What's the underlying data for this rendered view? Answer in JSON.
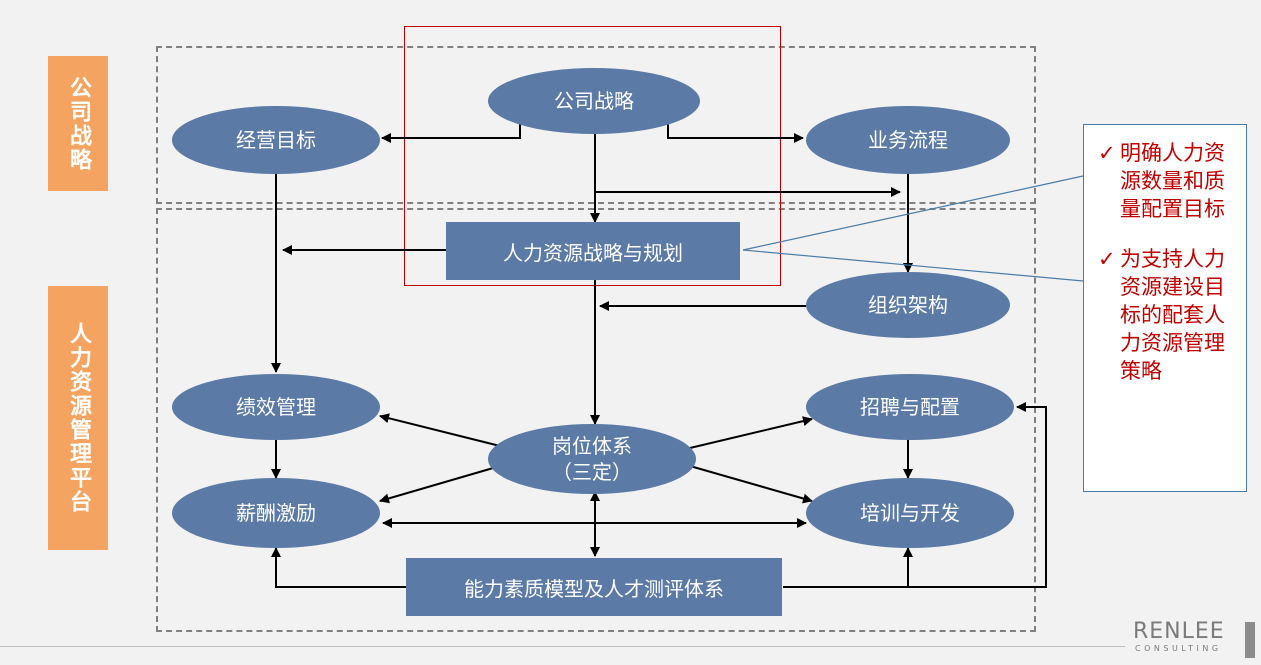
{
  "side_labels": {
    "strategy": "公司战略",
    "hr_platform": "人力资源管理平台"
  },
  "nodes": {
    "company_strategy": "公司战略",
    "business_goals": "经营目标",
    "business_process": "业务流程",
    "hr_strategy": "人力资源战略与规划",
    "org_structure": "组织架构",
    "performance": "绩效管理",
    "position_line1": "岗位体系",
    "position_line2": "（三定）",
    "recruiting": "招聘与配置",
    "compensation": "薪酬激励",
    "training": "培训与开发",
    "competency": "能力素质模型及人才测评体系"
  },
  "notes": [
    {
      "check": "✓",
      "text": "明确人力资源数量和质量配置目标"
    },
    {
      "check": "✓",
      "text": "为支持人力资源建设目标的配套人力资源管理策略"
    }
  ],
  "logo": {
    "main": "RENLEE",
    "sub": "CONSULTING"
  },
  "colors": {
    "node_fill": "#5b7aa6",
    "side_label": "#f4a460",
    "highlight": "#c00000",
    "note_border": "#4a7ca8"
  }
}
